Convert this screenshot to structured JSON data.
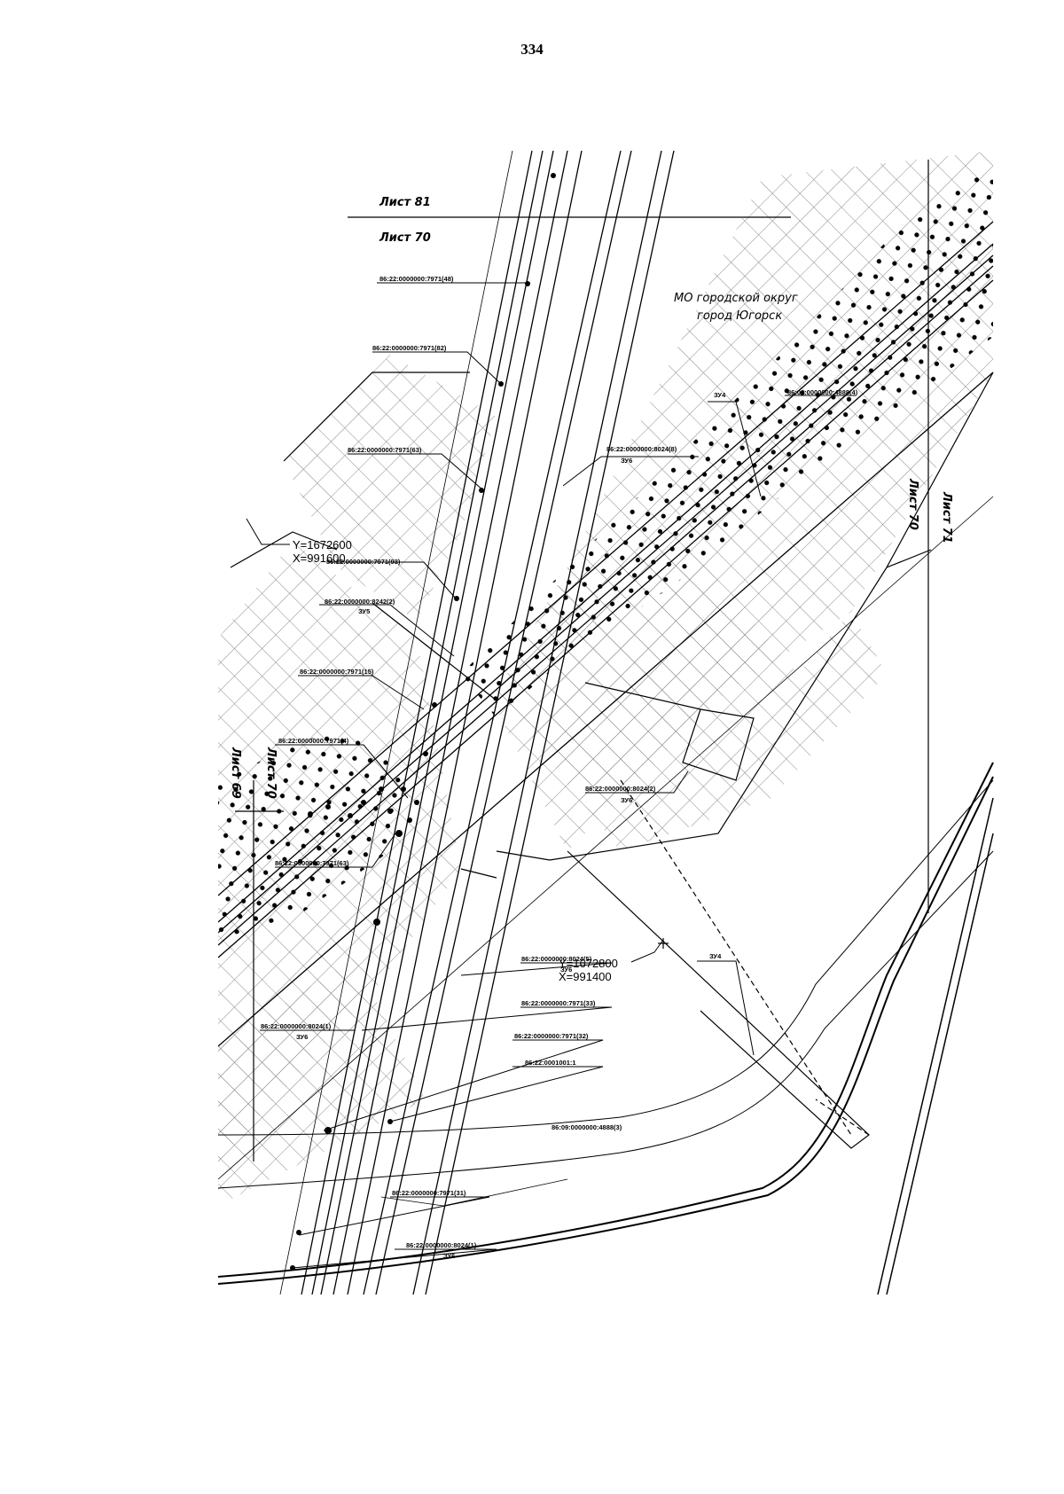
{
  "page": {
    "number": "334"
  },
  "sheets": {
    "sheet_81": "Лист 81",
    "sheet_70_top": "Лист 70",
    "sheet_69": "Лист 69",
    "sheet_70_left": "Лист 70",
    "sheet_70_right": "Лист 70",
    "sheet_71": "Лист 71"
  },
  "municipality": {
    "line1": "МО городской округ",
    "line2": "город Югорск"
  },
  "coordinates": {
    "point_a": {
      "y": "Y=1672600",
      "x": "X=991600"
    },
    "point_b": {
      "y": "Y=1672800",
      "x": "X=991400"
    }
  },
  "parcels": [
    {
      "id": "p1",
      "number": "86:22:0000000:7971(48)"
    },
    {
      "id": "p2",
      "number": "86:22:0000000:7971(82)"
    },
    {
      "id": "p3",
      "number": "86:22:0000000:7971(63)"
    },
    {
      "id": "p4",
      "number": "86:22:0000000:8024(8)",
      "zone": "ЗУ6"
    },
    {
      "id": "p5",
      "number": "86:09:0000000:4888(4)"
    },
    {
      "id": "p6",
      "number": "86:22:0000000:7971(93)"
    },
    {
      "id": "p7",
      "number": "86:22:0000000:8242(2)",
      "zone": "ЗУ5"
    },
    {
      "id": "p8",
      "number": "86:22:0000000:7971(15)"
    },
    {
      "id": "p9",
      "number": "86:22:0000000:7971(4)"
    },
    {
      "id": "p10",
      "number": "86:22:0000000:8024(2)",
      "zone": "ЗУ6"
    },
    {
      "id": "p11",
      "number": "86:22:0000000:7971(63)"
    },
    {
      "id": "p12",
      "number": "86:22:0000000:8024(5)",
      "zone": "ЗУ6"
    },
    {
      "id": "p13",
      "number": "86:22:0000000:7971(33)"
    },
    {
      "id": "p14",
      "number": "86:22:0000000:8024(1)",
      "zone": "ЗУ6"
    },
    {
      "id": "p15",
      "number": "86:22:0000000:7971(32)"
    },
    {
      "id": "p16",
      "number": "86:22:0001001:1"
    },
    {
      "id": "p17",
      "number": "86:09:0000000:4888(3)"
    },
    {
      "id": "p18",
      "number": "86:22:0000000:7971(31)"
    },
    {
      "id": "p19",
      "number": "86:22:0000000:8024(1)",
      "zone": "ЗУ6"
    }
  ],
  "zones": {
    "zu4_top": "ЗУ4",
    "zu4_bottom": "ЗУ4"
  },
  "style": {
    "ink": "#000000",
    "paper": "#ffffff",
    "hatch": "#8a8a8a"
  }
}
